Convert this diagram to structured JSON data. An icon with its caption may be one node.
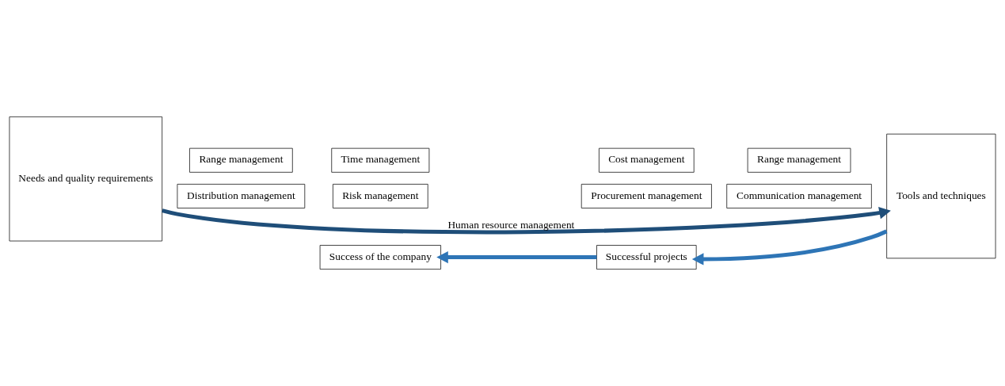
{
  "diagram": {
    "nodes": [
      {
        "text": [
          "Needs and quality requirements"
        ]
      },
      {
        "text": [
          "Range management"
        ]
      },
      {
        "text": [
          "Time management"
        ]
      },
      {
        "text": [
          "Cost management"
        ]
      },
      {
        "text": [
          "Range management"
        ]
      },
      {
        "text": [
          "Distribution management"
        ]
      },
      {
        "text": [
          "Risk management"
        ]
      },
      {
        "text": [
          "Procurement management"
        ]
      },
      {
        "text": [
          "Communication management"
        ]
      },
      {
        "text": [
          "Tools and techniques"
        ]
      },
      {
        "text": [
          "Successful projects"
        ]
      },
      {
        "text": [
          "Success of the company"
        ]
      }
    ],
    "edges": [
      {
        "from": 0,
        "to": 9,
        "arrow": "to",
        "label": "Human resource management",
        "color": "#1f4e79"
      },
      {
        "from": 9,
        "to": 10,
        "arrow": "to"
      },
      {
        "from": 10,
        "to": 11,
        "arrow": "to"
      }
    ]
  }
}
